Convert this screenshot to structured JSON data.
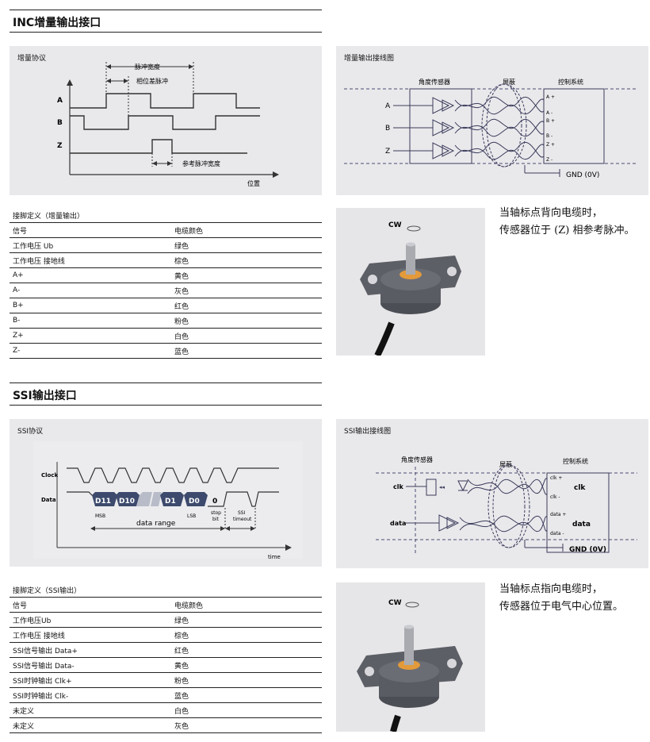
{
  "inc": {
    "title": "INC增量输出接口",
    "protocol": {
      "title": "增量协议",
      "pulse_width": "脉冲宽度",
      "phase_diff": "相位差脉冲",
      "ref_pulse": "参考脉冲宽度",
      "position": "位置",
      "signals": [
        "A",
        "B",
        "Z"
      ]
    },
    "wiring": {
      "title": "增量输出接线图",
      "sensor": "角度传感器",
      "shield": "屏蔽",
      "control": "控制系统",
      "inputs": [
        "A",
        "B",
        "Z"
      ],
      "outputs": [
        "A +",
        "A -",
        "B +",
        "B -",
        "Z +",
        "Z -"
      ],
      "gnd": "GND (0V)"
    },
    "pins": {
      "caption": "接脚定义（增量输出）",
      "headers": [
        "信号",
        "电缆颜色"
      ],
      "rows": [
        [
          "工作电压 Ub",
          "绿色"
        ],
        [
          "工作电压 接地线",
          "棕色"
        ],
        [
          "A+",
          "黄色"
        ],
        [
          "A-",
          "灰色"
        ],
        [
          "B+",
          "红色"
        ],
        [
          "B-",
          "粉色"
        ],
        [
          "Z+",
          "白色"
        ],
        [
          "Z-",
          "蓝色"
        ]
      ]
    },
    "photo": {
      "cw": "CW"
    },
    "note": [
      "当轴标点背向电缆时，",
      "传感器位于 (Z) 相参考脉冲。"
    ]
  },
  "ssi": {
    "title": "SSI输出接口",
    "protocol": {
      "title": "SSI协议",
      "clock": "Clock",
      "data": "Data",
      "bits": [
        "D11",
        "D10",
        "D1",
        "D0",
        "0"
      ],
      "msb": "MSB",
      "lsb": "LSB",
      "stop_bit": [
        "stop",
        "bit"
      ],
      "timeout": [
        "SSI",
        "timeout"
      ],
      "data_range": "data range",
      "time": "time"
    },
    "wiring": {
      "title": "SSI输出接线图",
      "sensor": "角度传感器",
      "shield": "屏蔽",
      "control": "控制系统",
      "clk": "clk",
      "data": "data",
      "clk_plus": "clk +",
      "clk_minus": "clk -",
      "data_plus": "data +",
      "data_minus": "data -",
      "gnd": "GND (0V)"
    },
    "pins": {
      "caption": "接脚定义（SSI输出）",
      "headers": [
        "信号",
        "电缆颜色"
      ],
      "rows": [
        [
          "工作电压Ub",
          "绿色"
        ],
        [
          "工作电压 接地线",
          "棕色"
        ],
        [
          "SSI信号输出 Data+",
          "红色"
        ],
        [
          "SSI信号输出 Data-",
          "黄色"
        ],
        [
          "SSI时钟输出 Clk+",
          "粉色"
        ],
        [
          "SSI时钟输出 Clk-",
          "蓝色"
        ],
        [
          "未定义",
          "白色"
        ],
        [
          "未定义",
          "灰色"
        ]
      ]
    },
    "photo": {
      "cw": "CW"
    },
    "note": [
      "当轴标点指向电缆时，",
      "传感器位于电气中心位置。"
    ]
  }
}
